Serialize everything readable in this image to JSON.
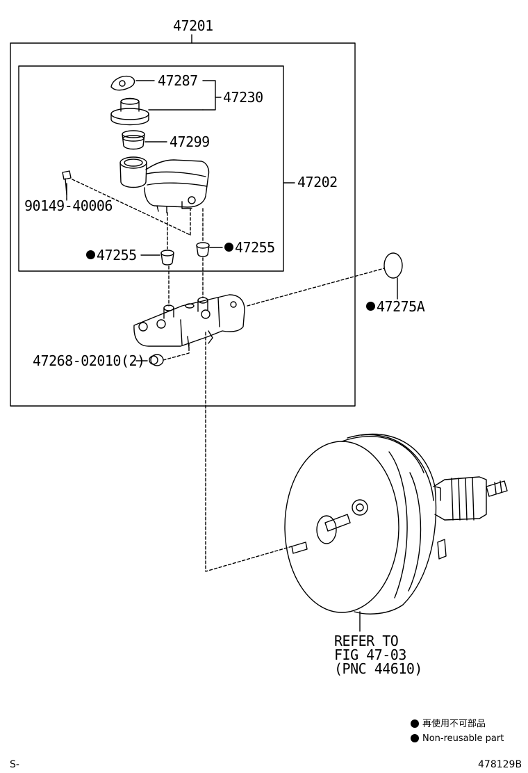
{
  "parts": {
    "assembly": "47201",
    "cylinder_sub_assy": "47202",
    "cap_gasket": "47287",
    "reservoir_cap": "47230",
    "strainer": "47299",
    "screw": "90149-40006",
    "grommet_left": "47255",
    "grommet_right": "47255",
    "plug": "47268-02010(2)",
    "o_ring": "47275A"
  },
  "refer": {
    "line1": "REFER TO",
    "line2": "FIG 47-03",
    "line3": "(PNC 44610)"
  },
  "legend": {
    "jp": "再使用不可部品",
    "en": "Non-reusable part"
  },
  "footer": {
    "left": "S-",
    "right": "478129B"
  },
  "icons": {
    "non_reusable_marker": "filled-circle-icon"
  },
  "colors": {
    "ink": "#000000",
    "paper": "#ffffff"
  }
}
